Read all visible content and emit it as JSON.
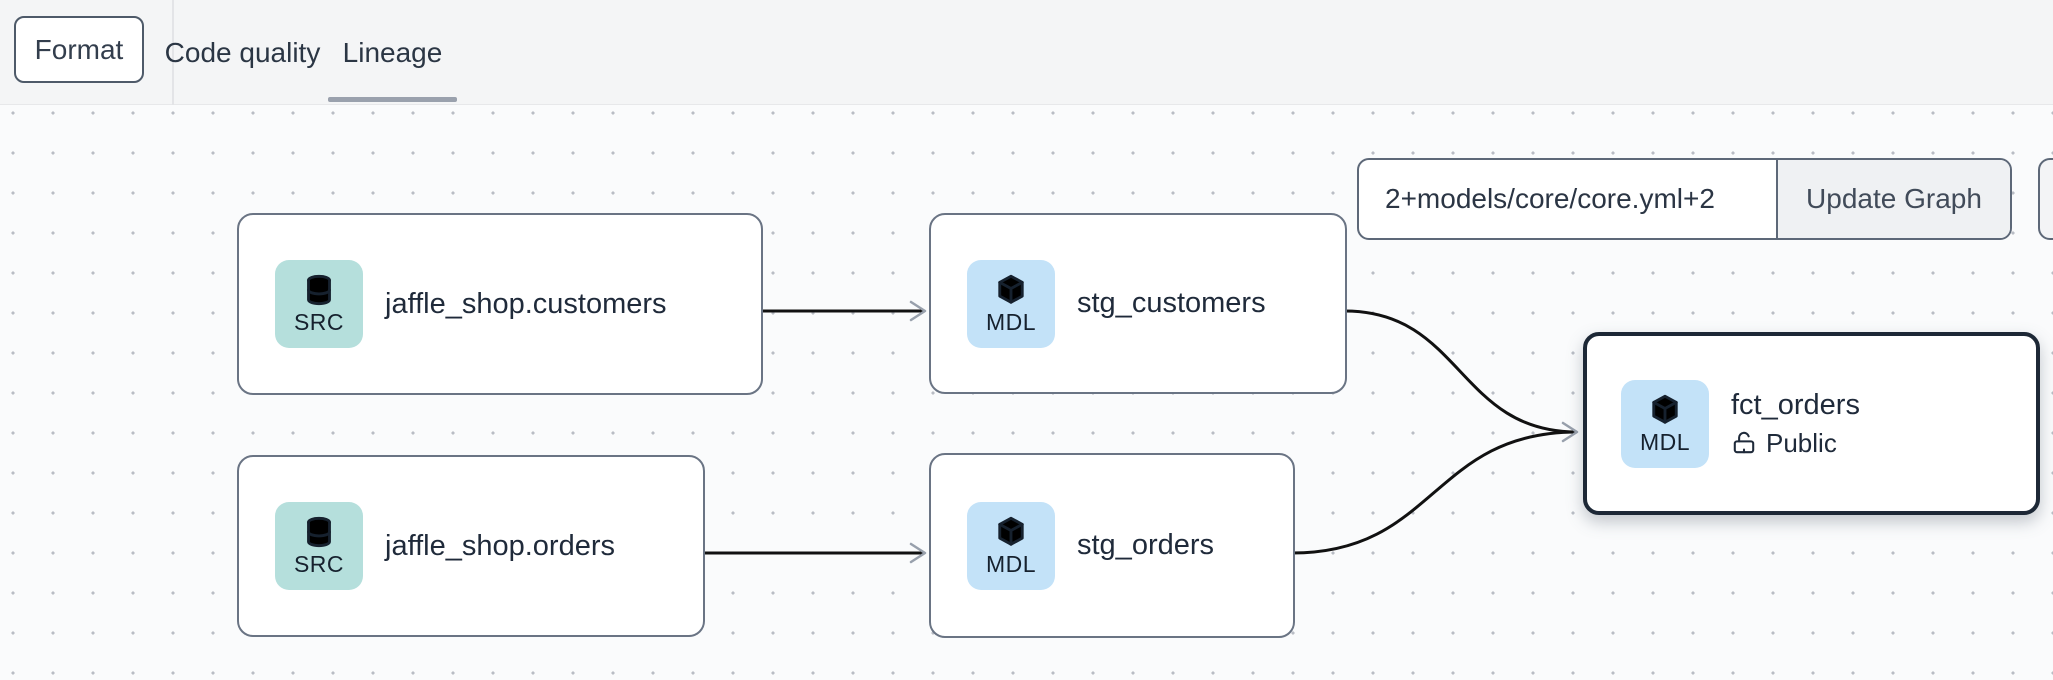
{
  "header": {
    "format_button_label": "Format",
    "tabs": [
      {
        "label": "Code quality",
        "active": false
      },
      {
        "label": "Lineage",
        "active": true
      }
    ]
  },
  "graph_toolbar": {
    "selector_value": "2+models/core/core.yml+2",
    "update_button_label": "Update Graph"
  },
  "lineage_graph": {
    "nodes": [
      {
        "type_badge": "SRC",
        "label": "jaffle_shop.customers"
      },
      {
        "type_badge": "MDL",
        "label": "stg_customers"
      },
      {
        "type_badge": "SRC",
        "label": "jaffle_shop.orders"
      },
      {
        "type_badge": "MDL",
        "label": "stg_orders"
      },
      {
        "type_badge": "MDL",
        "label": "fct_orders",
        "access_label": "Public",
        "selected": true
      }
    ],
    "edges": [
      {
        "from": "jaffle_shop.customers",
        "to": "stg_customers"
      },
      {
        "from": "jaffle_shop.orders",
        "to": "stg_orders"
      },
      {
        "from": "stg_customers",
        "to": "fct_orders"
      },
      {
        "from": "stg_orders",
        "to": "fct_orders"
      }
    ]
  },
  "icons": {
    "source_badge": "database-icon",
    "model_badge": "cube-icon",
    "public_access": "unlock-icon"
  },
  "colors": {
    "source_badge_bg": "#b5dfdc",
    "model_badge_bg": "#c3e2f8",
    "node_border": "#6a7484",
    "selected_node_border": "#1d2836",
    "edge": "#111111",
    "arrowhead": "#98a0ac",
    "active_tab_underline": "#9aa1ad",
    "topbar_bg": "#f4f5f6",
    "canvas_bg": "#fafbfc"
  }
}
